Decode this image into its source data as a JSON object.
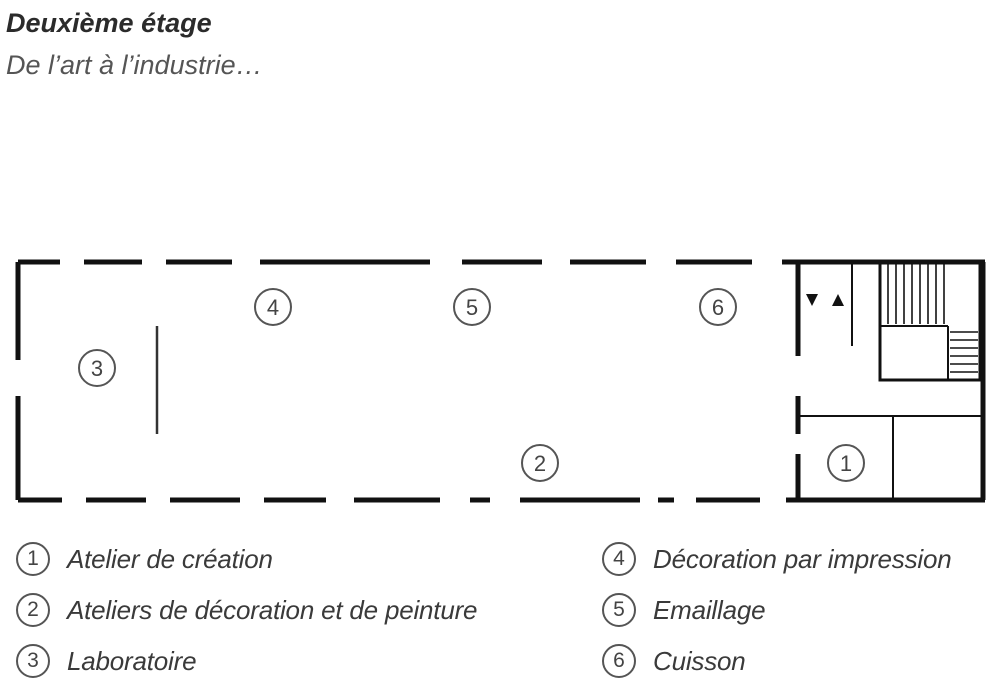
{
  "header": {
    "title": "Deuxième étage",
    "subtitle": "De l’art à l’industrie…"
  },
  "plan_markers": [
    "1",
    "2",
    "3",
    "4",
    "5",
    "6"
  ],
  "legend": [
    {
      "num": "1",
      "label": "Atelier de création"
    },
    {
      "num": "2",
      "label": "Ateliers de décoration et de peinture"
    },
    {
      "num": "3",
      "label": "Laboratoire"
    },
    {
      "num": "4",
      "label": "Décoration par impression"
    },
    {
      "num": "5",
      "label": "Emaillage"
    },
    {
      "num": "6",
      "label": "Cuisson"
    }
  ],
  "colors": {
    "wall": "#111111",
    "marker_circle": "#555555",
    "text": "#3a3a3a"
  }
}
